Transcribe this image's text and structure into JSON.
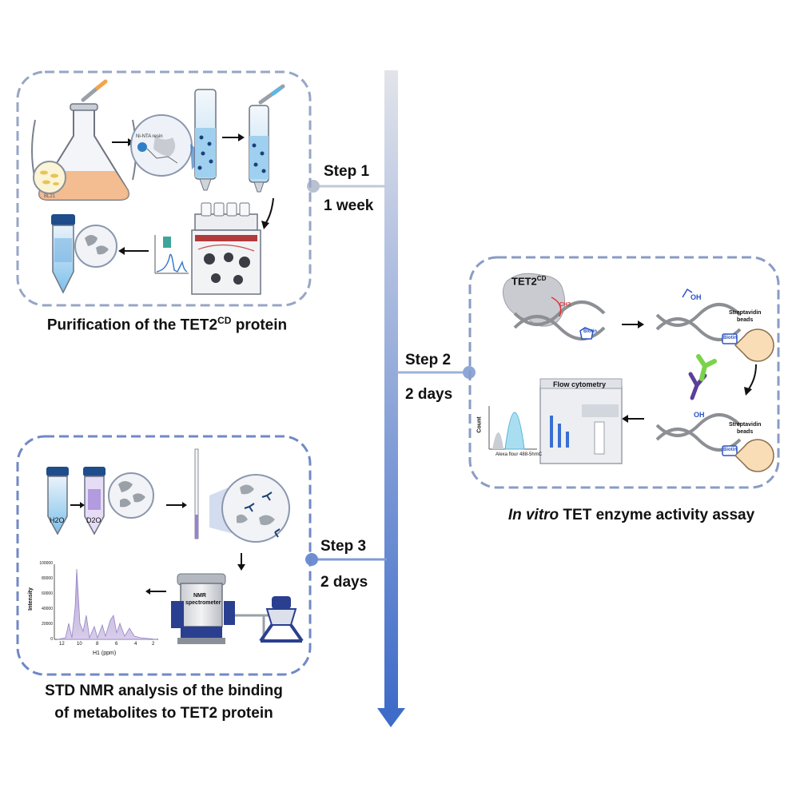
{
  "timeline": {
    "steps": [
      {
        "label": "Step 1",
        "duration": "1 week"
      },
      {
        "label": "Step 2",
        "duration": "2 days"
      },
      {
        "label": "Step 3",
        "duration": "2 days"
      }
    ]
  },
  "panels": {
    "purification": {
      "caption_main": "Purification of the TET2",
      "caption_sup": "CD",
      "caption_end": " protein",
      "resin_label": "Ni-NTA resin",
      "strain_label": "BL21"
    },
    "activity": {
      "caption_em": "In vitro",
      "caption_rest": " TET enzyme activity assay",
      "enzyme_label": "TET2",
      "enzyme_sup": "CD",
      "methyl_label": "CH3",
      "hydroxyl_label": "OH",
      "hydroxyl_label_2": "OH",
      "beads_label_top_1": "Streptavidin",
      "beads_label_top_2": "beads",
      "beads_label_bot_1": "Streptavidin",
      "beads_label_bot_2": "beads",
      "biotin_label_1": "Biotin",
      "biotin_label_2": "Biotin",
      "biotin_label_3": "Biotin",
      "cytometer_label": "Flow cytometry",
      "histogram_ylabel": "Count",
      "histogram_xlabel": "Alexa flour 488-5hmC"
    },
    "nmr": {
      "caption_line1": "STD NMR analysis of the binding",
      "caption_line2": "of metabolites to TET2 protein",
      "h2o_label": "H2O",
      "d2o_label": "D2O",
      "spectrometer_label_1": "NMR",
      "spectrometer_label_2": "spectrometer",
      "spectrum_ylabel": "Intensity",
      "spectrum_xlabel": "H1 (ppm)",
      "y_ticks": [
        "100000",
        "80000",
        "60000",
        "40000",
        "20000",
        "0"
      ],
      "x_ticks": [
        "12",
        "10",
        "8",
        "6",
        "4",
        "2"
      ]
    }
  },
  "colors": {
    "panel_border": "#8a9cc4",
    "timeline_top": "#e2e4ea",
    "timeline_bottom": "#3f6cc9",
    "arrowhead": "#3f6cc9",
    "dna": "#8c8f94",
    "purple": "#5b3f99",
    "green": "#7bd34a",
    "peach": "#f2b27f"
  }
}
